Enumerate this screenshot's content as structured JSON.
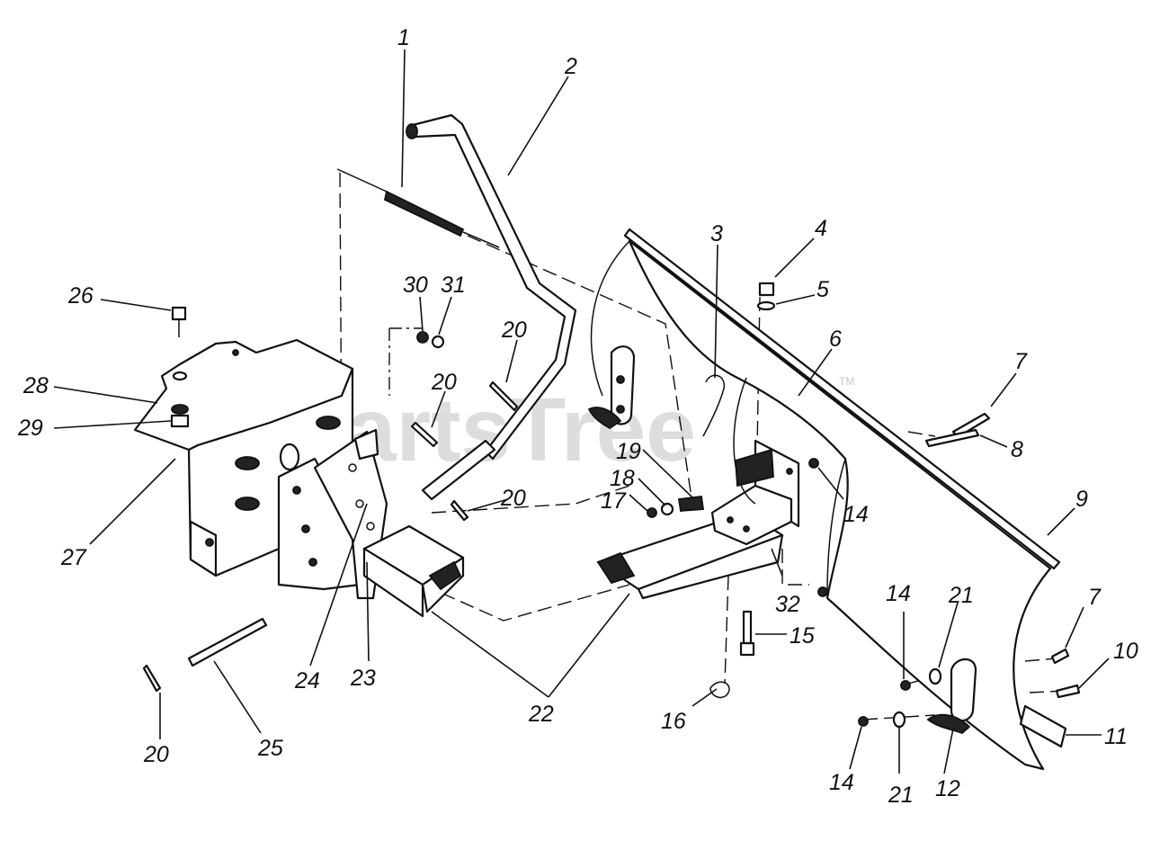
{
  "watermark": {
    "text": "PartsTree",
    "trademark": "TM"
  },
  "callouts": [
    {
      "id": "c1",
      "label": "1"
    },
    {
      "id": "c2",
      "label": "2"
    },
    {
      "id": "c3",
      "label": "3"
    },
    {
      "id": "c4",
      "label": "4"
    },
    {
      "id": "c5",
      "label": "5"
    },
    {
      "id": "c6",
      "label": "6"
    },
    {
      "id": "c7a",
      "label": "7"
    },
    {
      "id": "c7b",
      "label": "7"
    },
    {
      "id": "c8",
      "label": "8"
    },
    {
      "id": "c9",
      "label": "9"
    },
    {
      "id": "c10",
      "label": "10"
    },
    {
      "id": "c11",
      "label": "11"
    },
    {
      "id": "c12",
      "label": "12"
    },
    {
      "id": "c14a",
      "label": "14"
    },
    {
      "id": "c14b",
      "label": "14"
    },
    {
      "id": "c14c",
      "label": "14"
    },
    {
      "id": "c15",
      "label": "15"
    },
    {
      "id": "c16",
      "label": "16"
    },
    {
      "id": "c17",
      "label": "17"
    },
    {
      "id": "c18",
      "label": "18"
    },
    {
      "id": "c19",
      "label": "19"
    },
    {
      "id": "c20a",
      "label": "20"
    },
    {
      "id": "c20b",
      "label": "20"
    },
    {
      "id": "c20c",
      "label": "20"
    },
    {
      "id": "c20d",
      "label": "20"
    },
    {
      "id": "c21a",
      "label": "21"
    },
    {
      "id": "c21b",
      "label": "21"
    },
    {
      "id": "c22",
      "label": "22"
    },
    {
      "id": "c23",
      "label": "23"
    },
    {
      "id": "c24",
      "label": "24"
    },
    {
      "id": "c25",
      "label": "25"
    },
    {
      "id": "c26",
      "label": "26"
    },
    {
      "id": "c27",
      "label": "27"
    },
    {
      "id": "c28",
      "label": "28"
    },
    {
      "id": "c29",
      "label": "29"
    },
    {
      "id": "c30",
      "label": "30"
    },
    {
      "id": "c31",
      "label": "31"
    },
    {
      "id": "c32",
      "label": "32"
    }
  ]
}
